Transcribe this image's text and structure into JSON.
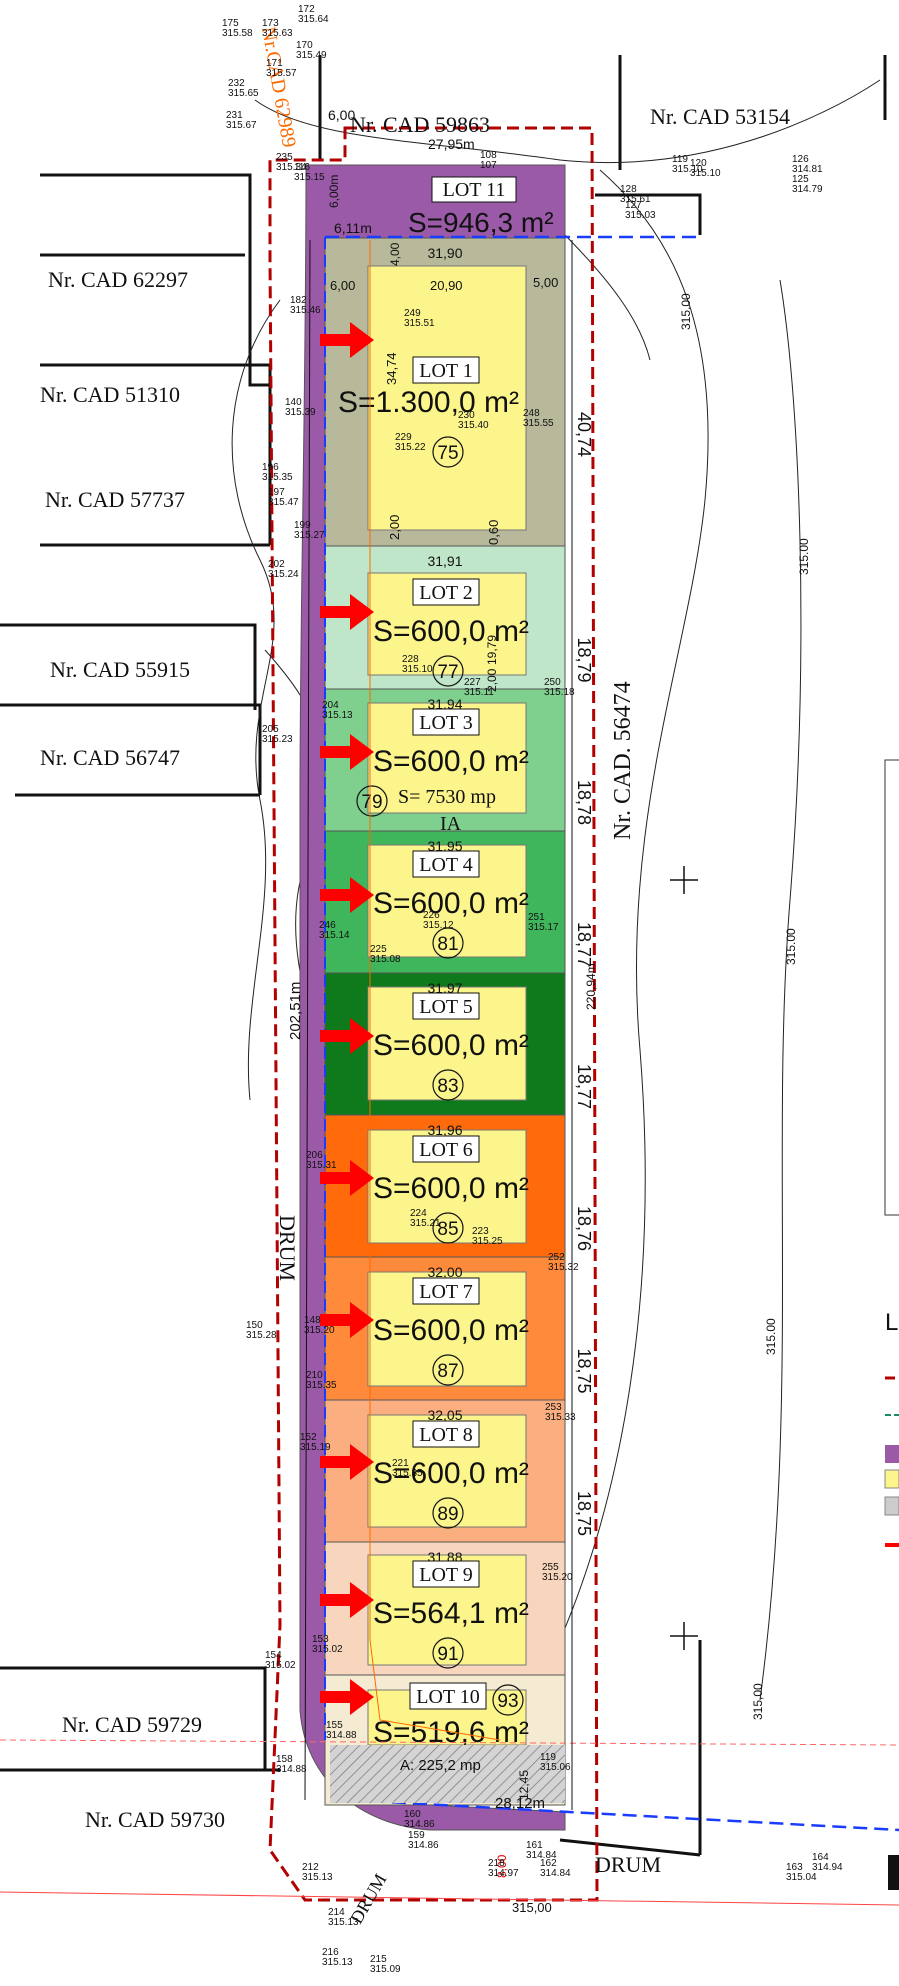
{
  "colors": {
    "road": "#9b5aa8",
    "lot_inner": "#fbf58c",
    "lot1": "#b8b89a",
    "lot2": "#bfe6c9",
    "lot3": "#7fcf8e",
    "lot4": "#3fb55c",
    "lot5": "#0f7a1c",
    "lot6": "#ff6a0a",
    "lot7": "#ff8a3c",
    "lot8": "#fbae7f",
    "lot9": "#f8d6bd",
    "lot10": "#f5ead2",
    "boundary": "#b30000",
    "blue_line": "#1a3cff",
    "arrow": "#ff0000",
    "orange_text": "#ff6a00"
  },
  "neighbors": {
    "n1": "Nr. CAD 59863",
    "n2": "Nr. CAD 53154",
    "n3": "Nr. CAD 62297",
    "n4": "Nr. CAD 51310",
    "n5": "Nr. CAD 57737",
    "n6": "Nr. CAD 55915",
    "n7": "Nr. CAD 56747",
    "n8": "Nr. CAD 59729",
    "n9": "Nr. CAD 59730",
    "n10": "Nr. CAD. 56474",
    "n_orange": "Nr.CAD 62989"
  },
  "road_labels": {
    "drum1": "DRUM",
    "drum2": "DRUM",
    "drum3": "DRUM"
  },
  "lots": [
    {
      "name": "LOT 11",
      "area": "S=946,3 m²",
      "width": "",
      "height": "",
      "num": ""
    },
    {
      "name": "LOT 1",
      "area": "S=1.300,0 m²",
      "width": "31,90",
      "height": "40,74",
      "num": "75"
    },
    {
      "name": "LOT 2",
      "area": "S=600,0 m²",
      "width": "31,91",
      "height": "18,79",
      "num": "77"
    },
    {
      "name": "LOT 3",
      "area": "S=600,0 m²",
      "width": "31,94",
      "height": "18,78",
      "num": "79"
    },
    {
      "name": "LOT 4",
      "area": "S=600,0 m²",
      "width": "31,95",
      "height": "18,77",
      "num": "81"
    },
    {
      "name": "LOT 5",
      "area": "S=600,0 m²",
      "width": "31,97",
      "height": "18,77",
      "num": "83"
    },
    {
      "name": "LOT 6",
      "area": "S=600,0 m²",
      "width": "31,96",
      "height": "18,76",
      "num": "85"
    },
    {
      "name": "LOT 7",
      "area": "S=600,0 m²",
      "width": "32,00",
      "height": "18,75",
      "num": "87"
    },
    {
      "name": "LOT 8",
      "area": "S=600,0 m²",
      "width": "32,05",
      "height": "18,75",
      "num": "89"
    },
    {
      "name": "LOT 9",
      "area": "S=564,1 m²",
      "width": "31,88",
      "height": "",
      "num": "91"
    },
    {
      "name": "LOT 10",
      "area": "S=519,6 m²",
      "width": "",
      "height": "",
      "num": "93"
    }
  ],
  "misc": {
    "s7530": "S= 7530 mp",
    "ia": "IA",
    "a225": "A: 225,2 mp",
    "w2812": "28,12m",
    "w2795": "27,95m",
    "w600a": "6,00",
    "w611": "6,11m",
    "w600b": "6,00m",
    "w400": "4,00",
    "w2090": "20,90",
    "w600c": "6,00",
    "w500": "5,00",
    "w3474": "34,74",
    "w200a": "2,00",
    "w060": "0,60",
    "w1979": "19,79",
    "w200b": "2,00",
    "long_left": "202,51m",
    "long_right": "220,94m",
    "w1245": "12,45",
    "w800": "8,00",
    "contour1": "315.00",
    "contour2": "315.00",
    "contour3": "315.00",
    "contour4": "315.00",
    "contour5": "315,00",
    "legend_l": "L"
  },
  "points": [
    "172 315.64",
    "175 315.58",
    "173 315.63",
    "170 315.49",
    "171 315.57",
    "232 315.65",
    "231 315.67",
    "235 315.34",
    "119 315.10",
    "120 315.10",
    "126 314.81",
    "125 314.79",
    "128 315.61",
    "127 315.03",
    "182 315.46",
    "249 315.51",
    "248 315.55",
    "230 315.40",
    "229 315.22",
    "140 315.39",
    "196 315.35",
    "197 315.47",
    "199 315.27",
    "202 315.24",
    "228 315.10",
    "227 315.11",
    "250 315.18",
    "204 315.13",
    "205 315.23",
    "251 315.17",
    "226 315.12",
    "225 315.08",
    "246 315.14",
    "206 315.31",
    "224 315.21",
    "223 315.25",
    "252 315.32",
    "148 315.20",
    "150 315.28",
    "210 315.35",
    "253 315.33",
    "221 315.35",
    "152 315.19",
    "255 315.20",
    "153 315.02",
    "154 315.02",
    "155 314.88",
    "158 314.88",
    "160 314.86",
    "159 314.86",
    "161 314.84",
    "162 314.84",
    "163 315.04",
    "164 314.94",
    "212 315.13",
    "214 315.13",
    "216 315.13",
    "215 315.09",
    "218 314.97",
    "119 315.06",
    "108 107",
    "116 315.15"
  ]
}
